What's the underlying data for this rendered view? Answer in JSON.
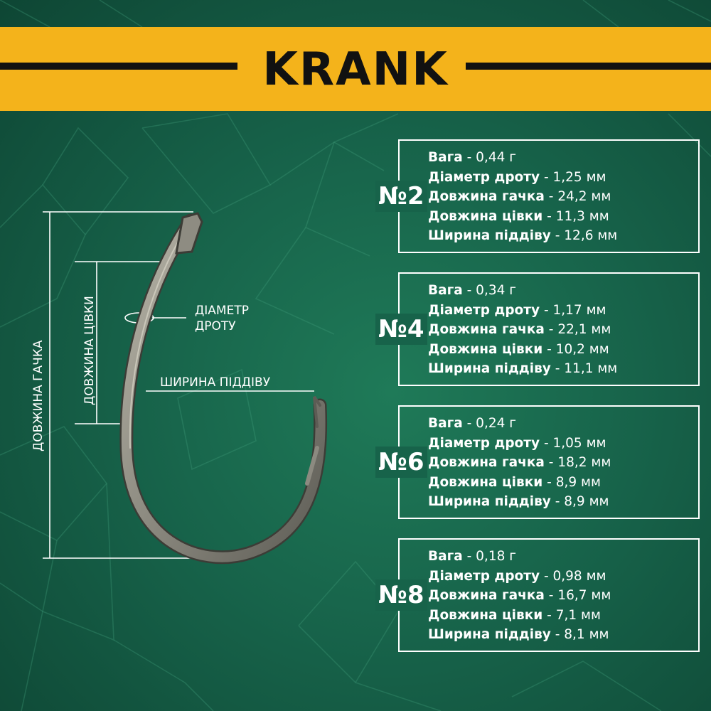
{
  "brand": "KRANK",
  "diagram": {
    "wire_diameter_line1": "ДІАМЕТР",
    "wire_diameter_line2": "ДРОТУ",
    "gape_width": "ШИРИНА ПІДДІВУ",
    "shank_length": "ДОВЖИНА ЦІВКИ",
    "hook_length": "ДОВЖИНА ГАЧКА"
  },
  "colors": {
    "banner": "#f4b31b",
    "background": "#17634a",
    "text": "#ffffff"
  },
  "specs": [
    {
      "number": "№2",
      "rows": [
        {
          "label": "Вага",
          "value": "0,44 г"
        },
        {
          "label": "Діаметр дроту",
          "value": "1,25 мм"
        },
        {
          "label": "Довжина гачка",
          "value": "24,2 мм"
        },
        {
          "label": "Довжина цівки",
          "value": "11,3 мм"
        },
        {
          "label": "Ширина піддіву",
          "value": "12,6 мм"
        }
      ]
    },
    {
      "number": "№4",
      "rows": [
        {
          "label": "Вага",
          "value": "0,34 г"
        },
        {
          "label": "Діаметр дроту",
          "value": "1,17 мм"
        },
        {
          "label": "Довжина гачка",
          "value": "22,1 мм"
        },
        {
          "label": "Довжина цівки",
          "value": "10,2 мм"
        },
        {
          "label": "Ширина піддіву",
          "value": "11,1 мм"
        }
      ]
    },
    {
      "number": "№6",
      "rows": [
        {
          "label": "Вага",
          "value": "0,24 г"
        },
        {
          "label": "Діаметр дроту",
          "value": "1,05 мм"
        },
        {
          "label": "Довжина гачка",
          "value": "18,2 мм"
        },
        {
          "label": "Довжина цівки",
          "value": "8,9 мм"
        },
        {
          "label": "Ширина піддіву",
          "value": "8,9 мм"
        }
      ]
    },
    {
      "number": "№8",
      "rows": [
        {
          "label": "Вага",
          "value": "0,18 г"
        },
        {
          "label": "Діаметр дроту",
          "value": "0,98 мм"
        },
        {
          "label": "Довжина гачка",
          "value": "16,7 мм"
        },
        {
          "label": "Довжина цівки",
          "value": "7,1 мм"
        },
        {
          "label": "Ширина піддіву",
          "value": "8,1 мм"
        }
      ]
    }
  ]
}
